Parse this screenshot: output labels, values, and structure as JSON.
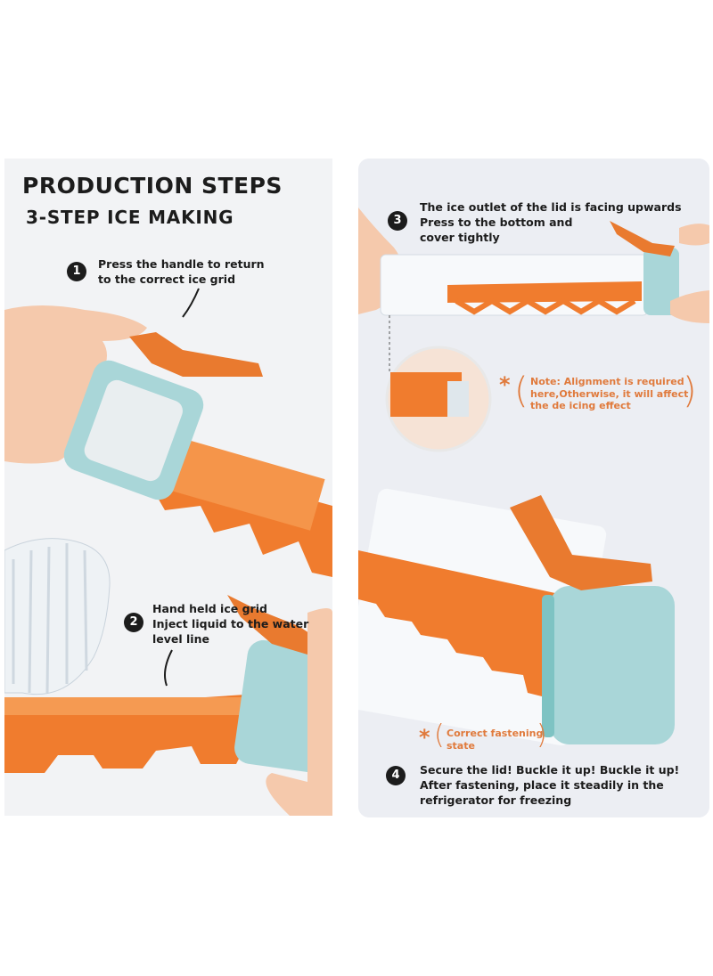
{
  "header": {
    "title": "PRODUCTION STEPS",
    "subtitle": "3-STEP ICE MAKING"
  },
  "steps": [
    {
      "number": "1",
      "lines": [
        "Press the handle to return",
        "to the correct ice grid"
      ]
    },
    {
      "number": "2",
      "lines": [
        "Hand held ice grid",
        "Inject liquid to the water",
        "level line"
      ]
    },
    {
      "number": "3",
      "lines": [
        "The ice outlet of the lid is facing upwards",
        "Press to the bottom and",
        "cover tightly"
      ]
    },
    {
      "number": "4",
      "lines": [
        "Secure the lid! Buckle it up! Buckle it up!",
        "After fastening, place it steadily in the",
        "refrigerator for freezing"
      ]
    }
  ],
  "notes": {
    "alignment": [
      "Note: Alignment is required",
      "here,Otherwise, it will affect",
      "the de icing effect"
    ],
    "fastening": [
      "Correct fastening",
      "state"
    ]
  },
  "colors": {
    "accent_orange": "#f08030",
    "lid_teal": "#a9d6d8",
    "text_dark": "#1c1c1c",
    "note_orange": "#e07a3c"
  },
  "icons": [
    "hand-left",
    "hand-right",
    "water-jug",
    "arrow-curved"
  ]
}
